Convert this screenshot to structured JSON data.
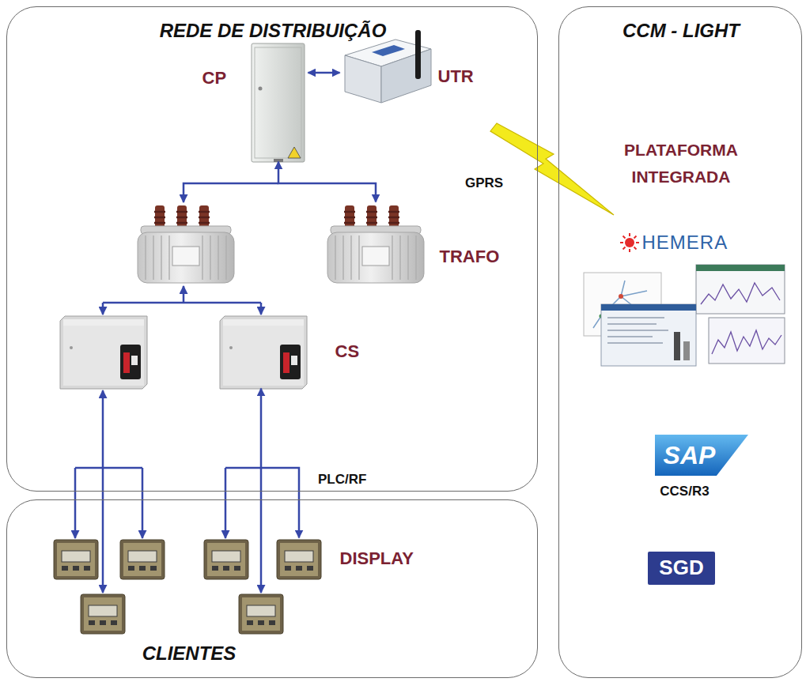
{
  "diagram": {
    "nodes": [
      {
        "text": [
          "REDE DE DISTRIBUIÇÃO"
        ]
      },
      {
        "text": [
          "CP"
        ],
        "in": 0
      },
      {
        "text": [
          "UTR"
        ],
        "in": 0
      },
      {
        "text": [
          "TRAFO"
        ],
        "in": 0
      },
      {
        "text": [
          "CS"
        ],
        "in": 0
      },
      {
        "text": [
          "CLIENTES"
        ]
      },
      {
        "text": [
          "DISPLAY"
        ],
        "in": 5
      },
      {
        "text": [
          "CCM - LIGHT",
          "PLATAFORMA INTEGRADA"
        ]
      },
      {
        "text": [
          "HEMERA"
        ],
        "in": 7
      },
      {
        "text": [
          "SAP",
          "CCS/R3"
        ],
        "in": 7
      },
      {
        "text": [
          "SGD"
        ],
        "in": 7
      }
    ],
    "edges": [
      {
        "from": 1,
        "to": 2,
        "arrow": "both"
      },
      {
        "from": 1,
        "to": 3,
        "arrow": "both"
      },
      {
        "from": 4,
        "to": 6,
        "arrow": "both"
      }
    ],
    "labels": [
      "GPRS",
      "PLC/RF"
    ]
  }
}
